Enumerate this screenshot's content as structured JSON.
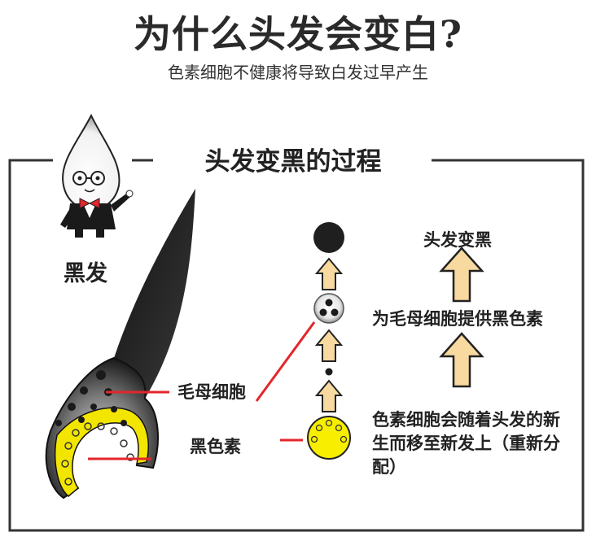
{
  "header": {
    "title": "为什么头发会变白?",
    "subtitle": "色素细胞不健康将导致白发过早产生"
  },
  "box": {
    "heading": "头发变黑的过程"
  },
  "diagram": {
    "black_hair_label": "黑发",
    "hair_cell_label": "毛母细胞",
    "melanin_label": "黑色素",
    "hair_turns_black_label": "头发变黑",
    "provide_melanin_label": "为毛母细胞提供黑色素",
    "redistribute_label": "色素细胞会随着头发的新生而移至新发上（重新分配）"
  },
  "colors": {
    "hair_black": "#1a1a1a",
    "pigment_yellow": "#f2e600",
    "arrow_fill": "#f8d9a0",
    "pointer_red": "#e4262b",
    "frame": "#333333"
  },
  "icons": {
    "mascot": "mascot-hair-drop-icon"
  }
}
